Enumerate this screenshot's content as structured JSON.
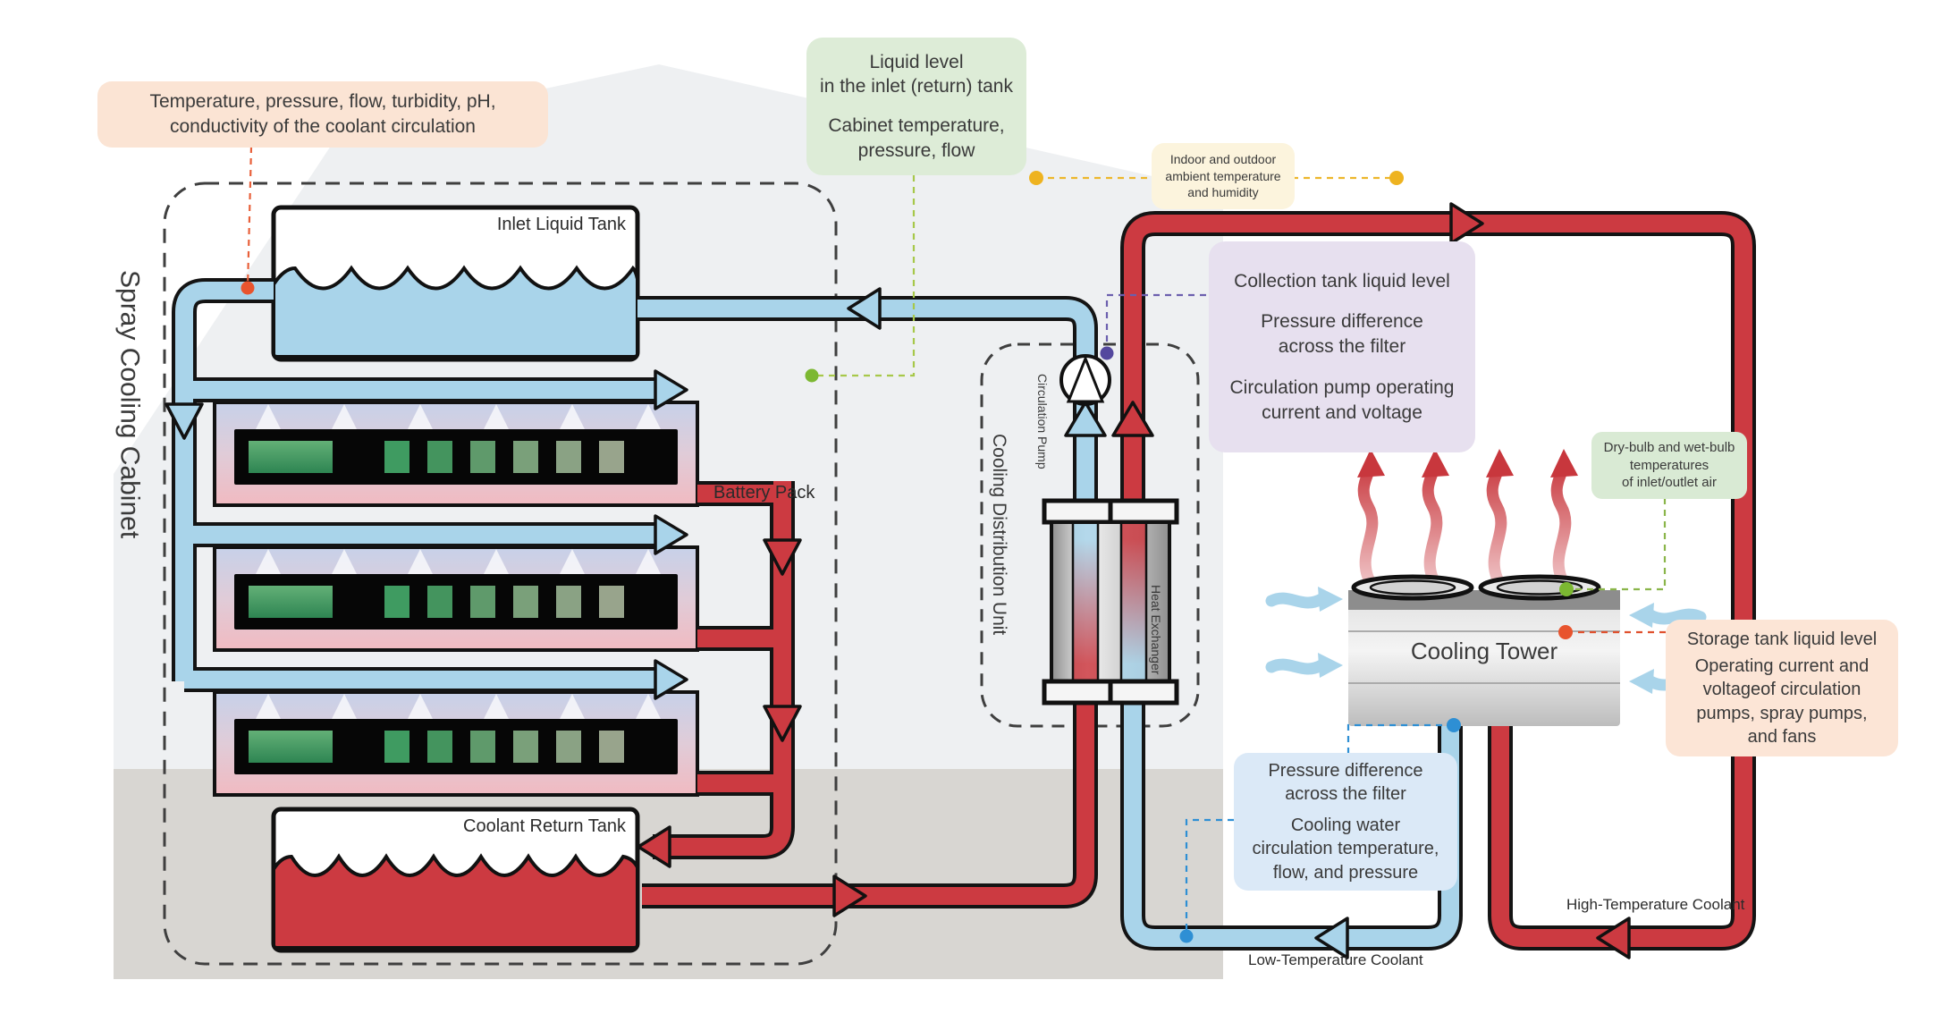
{
  "diagram": {
    "cabinet": {
      "title": "Spray Cooling Cabinet",
      "inlet_tank": "Inlet Liquid Tank",
      "battery_pack": "Battery Pack",
      "return_tank": "Coolant Return Tank"
    },
    "cdu": {
      "title": "Cooling Distribution Unit",
      "pump": "Circulation Pump",
      "heat_exchanger": "Heat Exchanger"
    },
    "tower": {
      "title": "Cooling Tower"
    },
    "pipes": {
      "high_temp": "High-Temperature Coolant",
      "low_temp": "Low-Temperature Coolant"
    }
  },
  "callouts": {
    "coolant_quality": {
      "text": "Temperature, pressure, flow, turbidity, pH,\nconductivity of the coolant circulation"
    },
    "inlet_level": {
      "p1": "Liquid level\nin the inlet (return) tank",
      "p2": "Cabinet temperature,\npressure, flow"
    },
    "ambient": {
      "text": "Indoor and outdoor\nambient temperature\nand humidity"
    },
    "collection": {
      "p1": "Collection tank liquid level",
      "p2": "Pressure difference\nacross the filter",
      "p3": "Circulation pump operating\ncurrent and voltage"
    },
    "dry_bulb": {
      "text": "Dry-bulb and wet-bulb\ntemperatures\nof inlet/outlet air"
    },
    "storage": {
      "p1": "Storage tank liquid level",
      "p2": "Operating current and\nvoltageof circulation\npumps, spray pumps,\nand fans"
    },
    "filter": {
      "p1": "Pressure difference\nacross the filter",
      "p2": "Cooling water\ncirculation temperature,\nflow, and pressure"
    }
  },
  "colors": {
    "pipe_cold": "#a9d4ea",
    "pipe_hot": "#cc3a41",
    "callout_peach": "#fbe4d4",
    "callout_green": "#ddecd7",
    "callout_yellow": "#fcf4dd",
    "callout_purple": "#e7e0ef",
    "callout_blue": "#dbe9f7",
    "dot_orange": "#e8542e",
    "dot_green": "#7cb832",
    "dot_yellow": "#eeb320",
    "dot_purple": "#54489e",
    "dot_blue": "#2e8fd4",
    "house_fill": "#eef0f2",
    "floor_fill": "#d8d6d2",
    "text": "#3a3a3a"
  }
}
